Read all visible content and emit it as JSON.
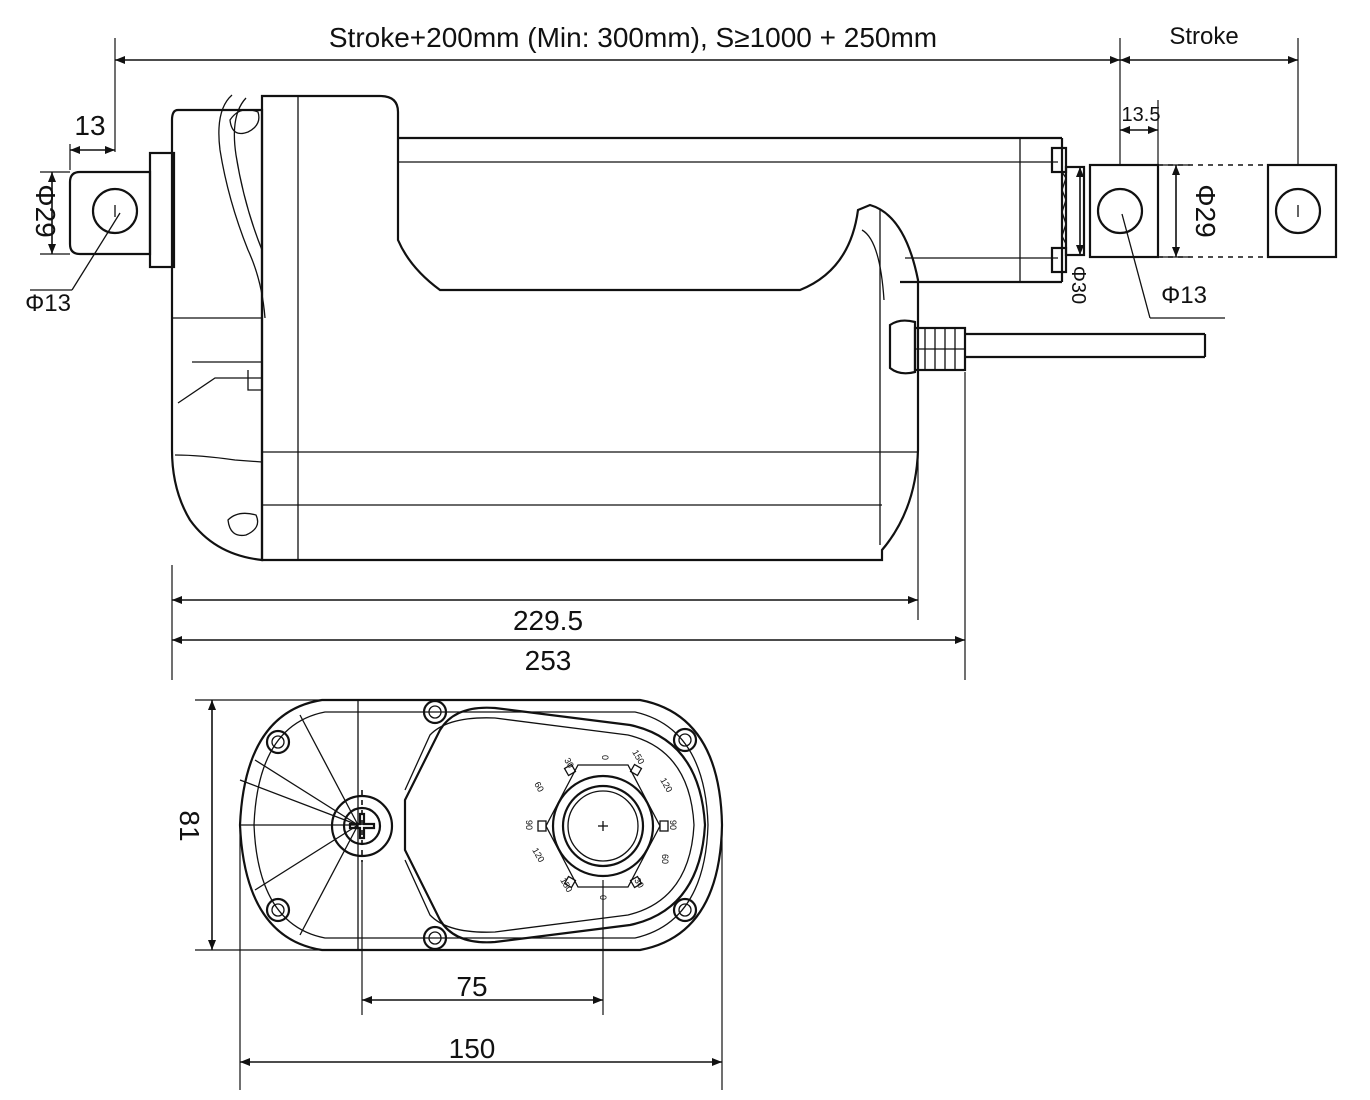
{
  "dimensions": {
    "overall_length": "Stroke+200mm (Min: 300mm), S≥1000 + 250mm",
    "stroke": "Stroke",
    "rear_offset": "13",
    "front_offset": "13.5",
    "rear_clevis_dia": "Φ29",
    "rear_hole_dia": "Φ13",
    "front_clevis_dia": "Φ29",
    "front_hole_dia": "Φ13",
    "rod_dia": "Φ30",
    "body_length": "229.5",
    "total_length": "253",
    "height": "81",
    "mount_spacing": "75",
    "width": "150"
  },
  "angle_scale": {
    "top": [
      "0",
      "30",
      "60",
      "90",
      "120",
      "150"
    ],
    "right_top": [
      "150",
      "120",
      "90"
    ],
    "right_bottom": [
      "60",
      "30",
      "0"
    ],
    "left": [
      "90",
      "120",
      "150"
    ]
  }
}
